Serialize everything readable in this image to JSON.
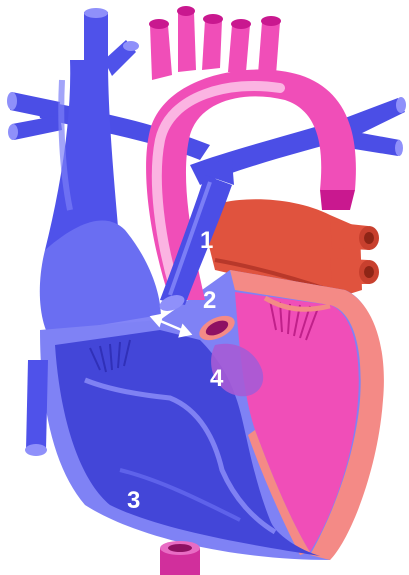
{
  "labels": {
    "l1": "1",
    "l2": "2",
    "l3": "3",
    "l4": "4"
  },
  "colors": {
    "venous_blue": "#5a5cf0",
    "venous_blue_dark": "#3a3bd2",
    "venous_blue_light": "#8f90fa",
    "arterial_pink": "#f04eb8",
    "arterial_pink_light": "#fbb4e2",
    "arterial_pink_dark": "#c9188f",
    "left_atrium_red": "#e0533e",
    "left_atrium_red_dark": "#b8382a",
    "myocardium_salmon": "#f48a86",
    "defect_purple": "#a65bd6",
    "right_ventricle_inner": "#4346d8",
    "label_white": "#ffffff"
  },
  "icons": {
    "shunt_arrow": "double-headed-arrow-icon"
  }
}
